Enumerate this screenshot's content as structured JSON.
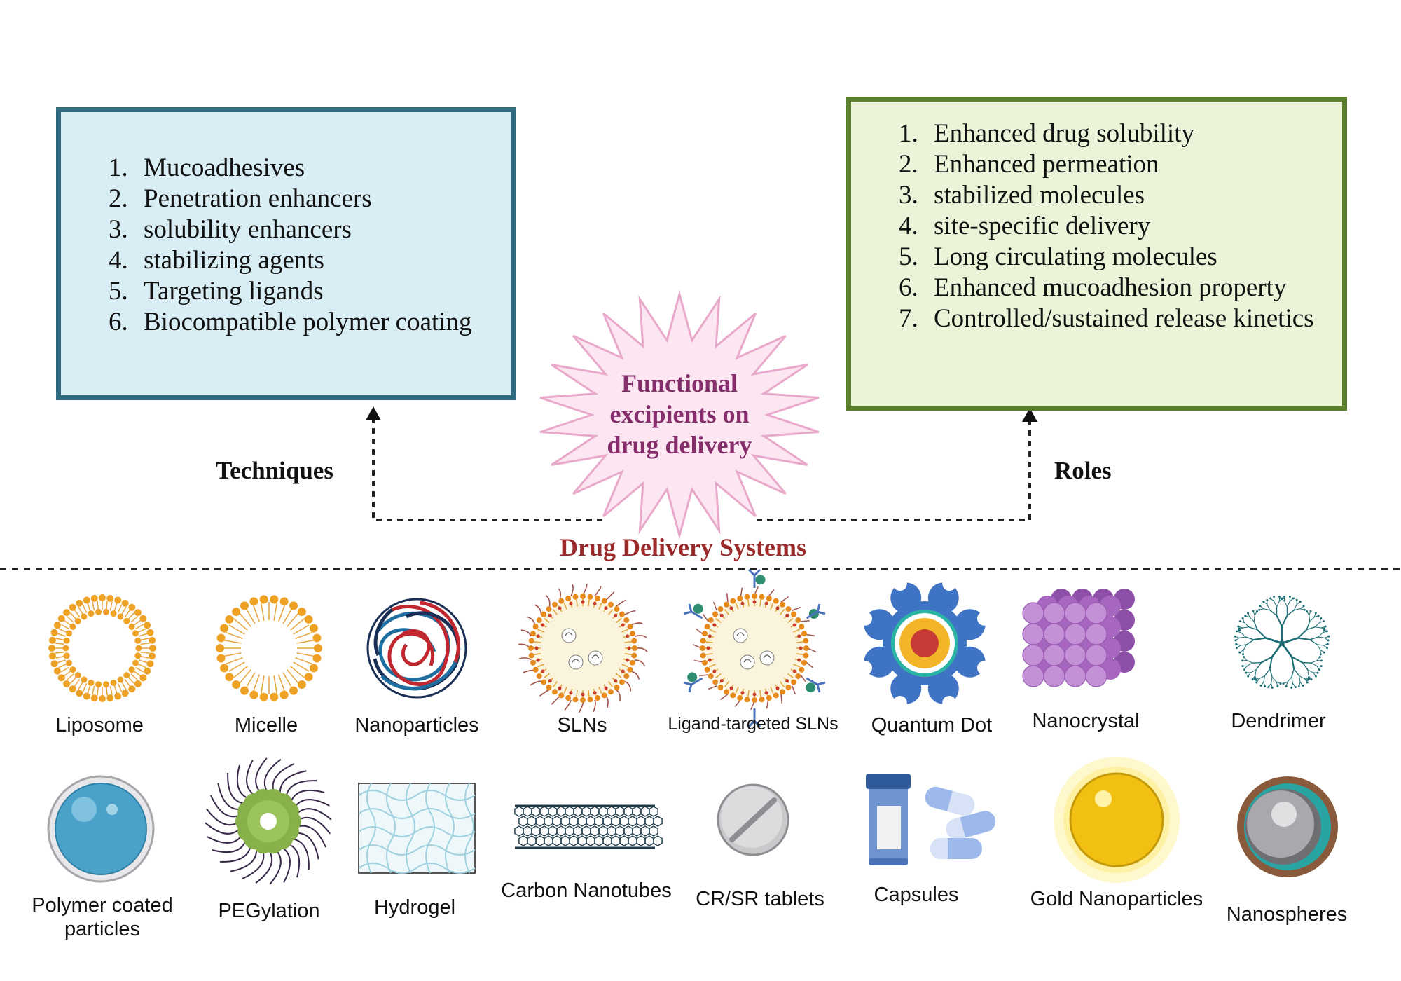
{
  "techniques_box": {
    "items": [
      {
        "num": "1.",
        "text": "Mucoadhesives"
      },
      {
        "num": "2.",
        "text": "Penetration enhancers"
      },
      {
        "num": "3.",
        "text": "solubility enhancers"
      },
      {
        "num": "4.",
        "text": "stabilizing agents"
      },
      {
        "num": "5.",
        "text": "Targeting ligands"
      },
      {
        "num": "6.",
        "text": "Biocompatible polymer coating"
      }
    ]
  },
  "roles_box": {
    "items": [
      {
        "num": "1.",
        "text": "Enhanced drug solubility"
      },
      {
        "num": "2.",
        "text": "Enhanced permeation"
      },
      {
        "num": "3.",
        "text": "stabilized molecules"
      },
      {
        "num": "4.",
        "text": "site-specific delivery"
      },
      {
        "num": "5.",
        "text": "Long circulating molecules"
      },
      {
        "num": "6.",
        "text": "Enhanced mucoadhesion property"
      },
      {
        "num": "7.",
        "text": "Controlled/sustained release kinetics"
      }
    ]
  },
  "center": {
    "title": "Functional excipients on drug delivery"
  },
  "labels": {
    "techniques": "Techniques",
    "roles": "Roles",
    "drug_delivery_systems": "Drug Delivery Systems"
  },
  "systems_row1": [
    {
      "label": "Liposome",
      "icon": "liposome-icon"
    },
    {
      "label": "Micelle",
      "icon": "micelle-icon"
    },
    {
      "label": "Nanoparticles",
      "icon": "nanoparticle-icon"
    },
    {
      "label": "SLNs",
      "icon": "sln-icon"
    },
    {
      "label": "Ligand-targeted SLNs",
      "icon": "ligand-sln-icon"
    },
    {
      "label": "Quantum Dot",
      "icon": "quantum-dot-icon"
    },
    {
      "label": "Nanocrystal",
      "icon": "nanocrystal-icon"
    },
    {
      "label": "Dendrimer",
      "icon": "dendrimer-icon"
    }
  ],
  "systems_row2": [
    {
      "label": "Polymer coated particles",
      "icon": "polymer-coated-particle-icon"
    },
    {
      "label": "PEGylation",
      "icon": "pegylation-icon"
    },
    {
      "label": "Hydrogel",
      "icon": "hydrogel-icon"
    },
    {
      "label": "Carbon Nanotubes",
      "icon": "carbon-nanotube-icon"
    },
    {
      "label": "CR/SR tablets",
      "icon": "tablet-icon"
    },
    {
      "label": "Capsules",
      "icon": "capsule-icon"
    },
    {
      "label": "Gold Nanoparticles",
      "icon": "gold-nanoparticle-icon"
    },
    {
      "label": "Nanospheres",
      "icon": "nanosphere-icon"
    }
  ],
  "colors": {
    "techniques_fill": "#d9eef4",
    "techniques_border": "#2f6a7e",
    "roles_fill": "#ebf3d8",
    "roles_border": "#5b7f2e",
    "burst_fill": "#fbe6f1",
    "burst_stroke": "#e9a9cb",
    "center_text": "#862d6b",
    "dds_title": "#9b2b2b"
  }
}
